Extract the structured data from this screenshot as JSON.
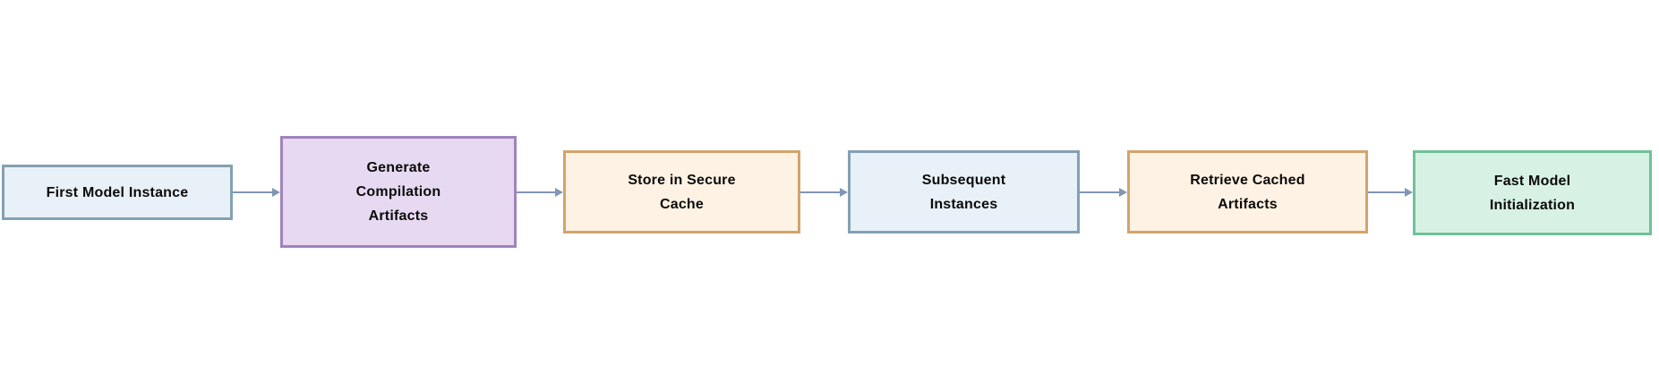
{
  "diagram": {
    "type": "flowchart",
    "direction": "left-to-right",
    "background": "#ffffff",
    "arrow_color": "#8096b4",
    "text_color": "#0a0a0a",
    "nodes": [
      {
        "id": "first-model-instance",
        "label": "First Model Instance",
        "fill": "#e8f1f8",
        "stroke": "#84a0b4"
      },
      {
        "id": "generate-compilation-artifacts",
        "label": "Generate\nCompilation\nArtifacts",
        "fill": "#e6d9f1",
        "stroke": "#a183bb"
      },
      {
        "id": "store-in-secure-cache",
        "label": "Store in Secure\nCache",
        "fill": "#fdf2e3",
        "stroke": "#d3a46c"
      },
      {
        "id": "subsequent-instances",
        "label": "Subsequent\nInstances",
        "fill": "#e8f1f8",
        "stroke": "#84a0b4"
      },
      {
        "id": "retrieve-cached-artifacts",
        "label": "Retrieve Cached\nArtifacts",
        "fill": "#fdf2e3",
        "stroke": "#d3a46c"
      },
      {
        "id": "fast-model-initialization",
        "label": "Fast Model\nInitialization",
        "fill": "#d7f1e4",
        "stroke": "#71c198"
      }
    ],
    "edges": [
      {
        "from": "first-model-instance",
        "to": "generate-compilation-artifacts"
      },
      {
        "from": "generate-compilation-artifacts",
        "to": "store-in-secure-cache"
      },
      {
        "from": "store-in-secure-cache",
        "to": "subsequent-instances"
      },
      {
        "from": "subsequent-instances",
        "to": "retrieve-cached-artifacts"
      },
      {
        "from": "retrieve-cached-artifacts",
        "to": "fast-model-initialization"
      }
    ]
  }
}
